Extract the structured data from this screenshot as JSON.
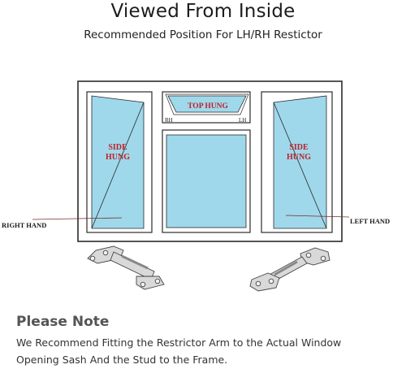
{
  "header": {
    "title": "Viewed From Inside",
    "subtitle": "Recommended Position For LH/RH Restictor"
  },
  "window": {
    "top_hung_label": "TOP HUNG",
    "top_rh_label": "RH",
    "top_lh_label": "LH",
    "left_sash_label_1": "SIDE",
    "left_sash_label_2": "HUNG",
    "right_sash_label_1": "SIDE",
    "right_sash_label_2": "HUNG",
    "left_callout": "RIGHT HAND",
    "right_callout": "LEFT HAND"
  },
  "colors": {
    "glass": "#9fd8ea",
    "frame": "#2b2b2b",
    "label_red": "#c0202a",
    "metal": "#d9d9d9"
  },
  "note": {
    "heading": "Please Note",
    "line1": "We Recommend Fitting the Restrictor Arm to the Actual Window",
    "line2": "Opening Sash And the Stud to the Frame."
  }
}
